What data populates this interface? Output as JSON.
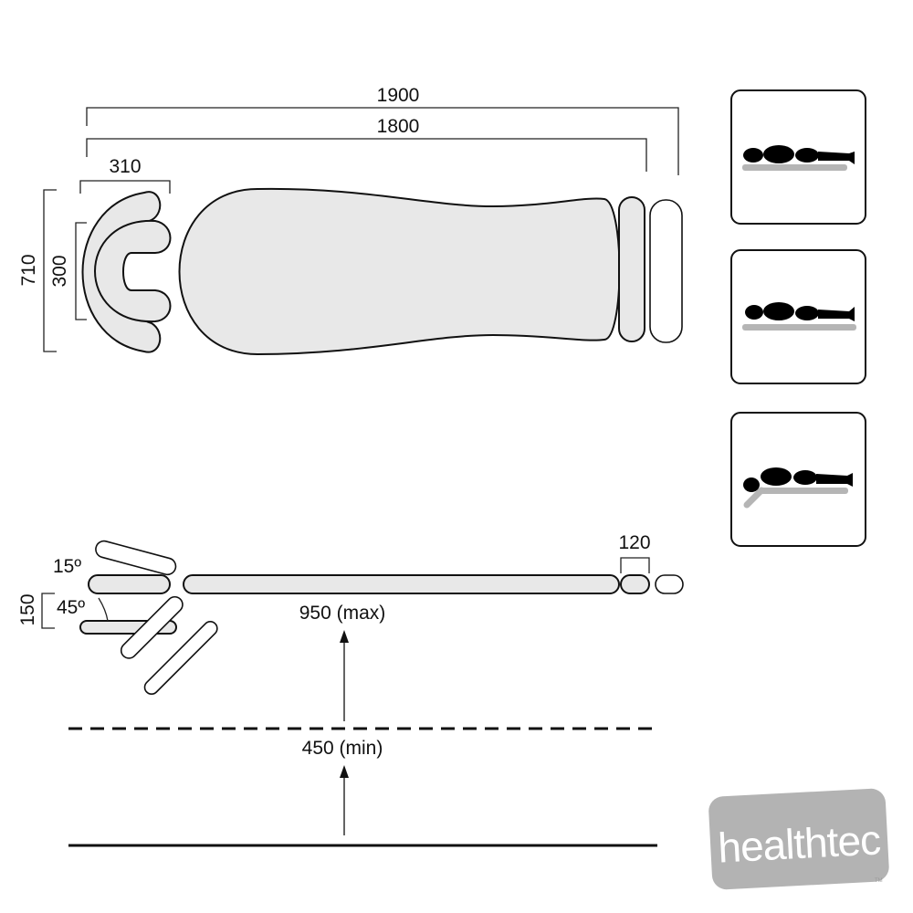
{
  "top_view": {
    "overall_length": "1900",
    "body_length": "1800",
    "headrest_length": "310",
    "overall_width": "710",
    "headrest_width": "300"
  },
  "side_view": {
    "tilt_up_angle": "15º",
    "tilt_down_angle": "45º",
    "headrest_drop": "150",
    "foot_section": "120",
    "max_height": "950 (max)",
    "min_height": "450 (min)"
  },
  "positions": [
    "prone-flat",
    "prone-head-flat",
    "prone-head-down"
  ],
  "logo": {
    "text": "healthtec",
    "tm": "TM",
    "color": "#b3b3b3"
  }
}
